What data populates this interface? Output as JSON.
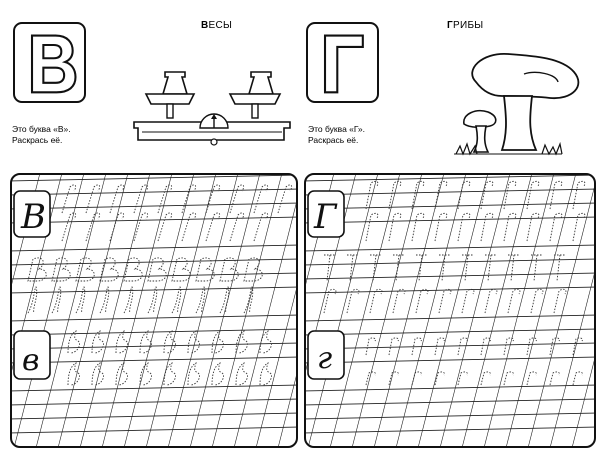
{
  "left_page": {
    "big_letter": "В",
    "word_first": "В",
    "word_rest": "ЕСЫ",
    "caption_line1": "Это буква «В».",
    "caption_line2": "Раскрась её.",
    "picture": "scales",
    "practice": {
      "model_upper": "В",
      "model_lower": "в",
      "row_glyphs": [
        "ℬ",
        "ℬ",
        "B",
        "l",
        "ℓ",
        "в"
      ]
    }
  },
  "right_page": {
    "big_letter": "Г",
    "word_first": "Г",
    "word_rest": "РИБЫ",
    "caption_line1": "Это буква «Г».",
    "caption_line2": "Раскрась её.",
    "picture": "mushrooms",
    "practice": {
      "model_upper": "Г",
      "model_lower": "г"
    }
  },
  "colors": {
    "ink": "#111111",
    "dotted": "#444444",
    "paper": "#ffffff"
  }
}
